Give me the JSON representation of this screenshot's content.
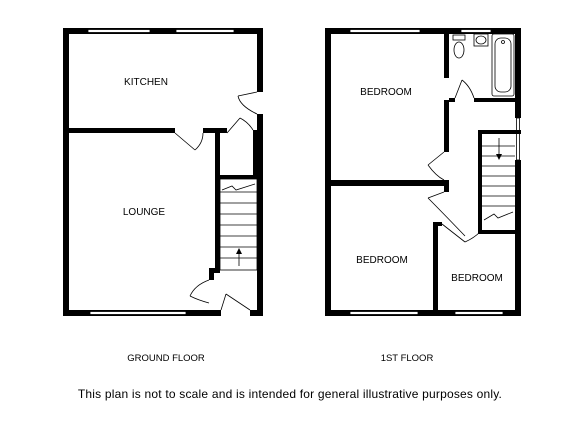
{
  "rooms": {
    "kitchen": "KITCHEN",
    "lounge": "LOUNGE",
    "bedroom_1": "BEDROOM",
    "bedroom_2": "BEDROOM",
    "bedroom_3": "BEDROOM"
  },
  "floors": {
    "ground": "GROUND FLOOR",
    "first": "1ST FLOOR"
  },
  "disclaimer": "This plan is not to scale and is intended for general illustrative purposes only."
}
